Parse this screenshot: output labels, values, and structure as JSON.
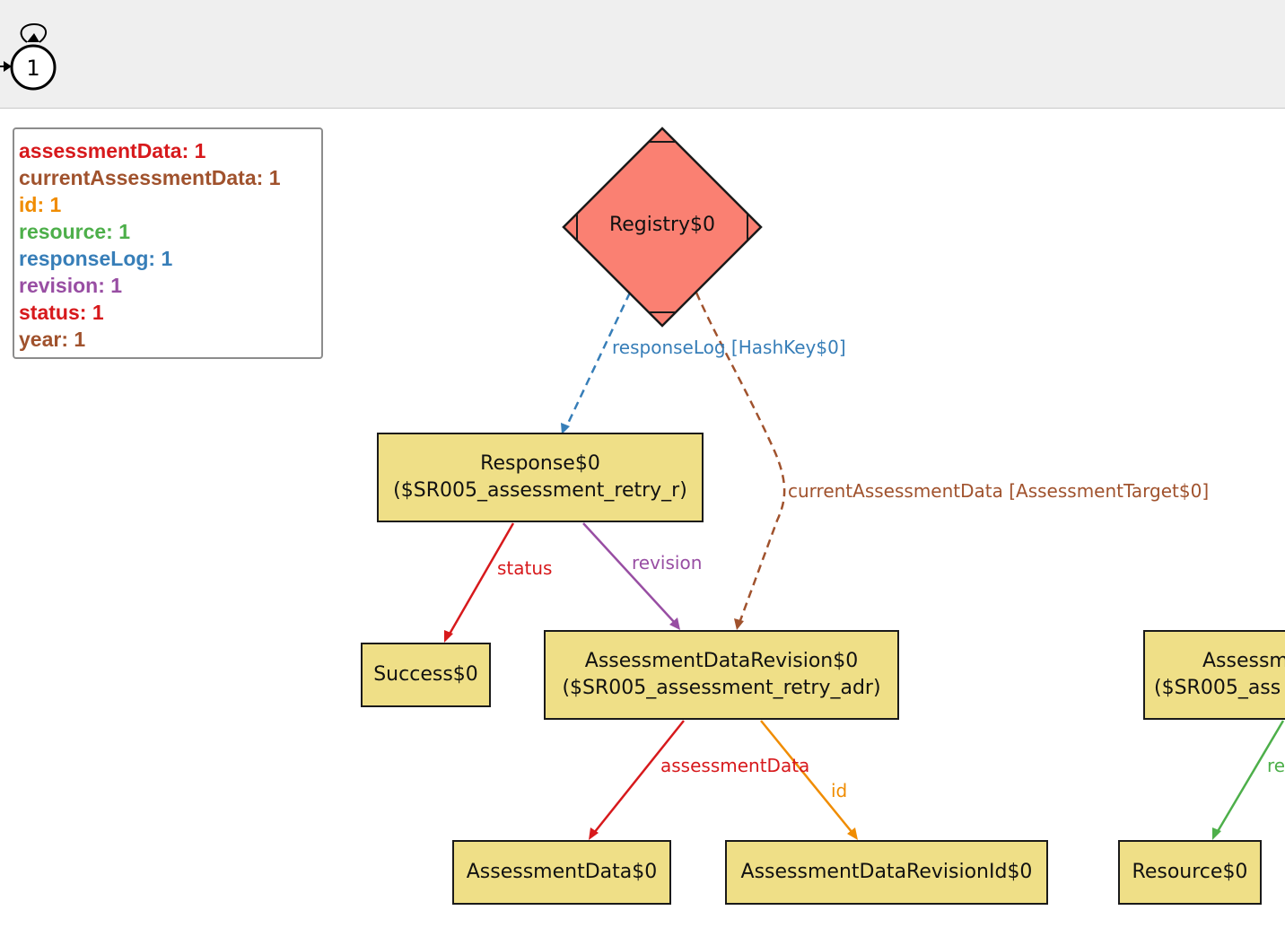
{
  "state": {
    "label": "1"
  },
  "legend": [
    {
      "name": "assessmentData",
      "count": "1",
      "color": "#d7191c"
    },
    {
      "name": "currentAssessmentData",
      "count": "1",
      "color": "#a0522d"
    },
    {
      "name": "id",
      "count": "1",
      "color": "#f08c00"
    },
    {
      "name": "resource",
      "count": "1",
      "color": "#4daf4a"
    },
    {
      "name": "responseLog",
      "count": "1",
      "color": "#377eb8"
    },
    {
      "name": "revision",
      "count": "1",
      "color": "#984ea3"
    },
    {
      "name": "status",
      "count": "1",
      "color": "#d7191c"
    },
    {
      "name": "year",
      "count": "1",
      "color": "#a0522d"
    }
  ],
  "nodes": {
    "registry": {
      "label": "Registry$0",
      "color": "#fa8072"
    },
    "response": {
      "line1": "Response$0",
      "line2": "($SR005_assessment_retry_r)"
    },
    "success": {
      "label": "Success$0"
    },
    "adr": {
      "line1": "AssessmentDataRevision$0",
      "line2": "($SR005_assessment_retry_adr)"
    },
    "assess_partial": {
      "line1": "Assessm",
      "line2": "($SR005_ass"
    },
    "assessment_data": {
      "label": "AssessmentData$0"
    },
    "adr_id": {
      "label": "AssessmentDataRevisionId$0"
    },
    "resource": {
      "label": "Resource$0"
    }
  },
  "edges": {
    "response_log": {
      "label": "responseLog [HashKey$0]",
      "color": "#377eb8"
    },
    "current_assessment_data": {
      "label": "currentAssessmentData [AssessmentTarget$0]",
      "color": "#a0522d"
    },
    "status": {
      "label": "status",
      "color": "#d7191c"
    },
    "revision": {
      "label": "revision",
      "color": "#984ea3"
    },
    "assessment_data": {
      "label": "assessmentData",
      "color": "#d7191c"
    },
    "id": {
      "label": "id",
      "color": "#f08c00"
    },
    "resource_partial": {
      "label": "re",
      "color": "#4daf4a"
    }
  }
}
